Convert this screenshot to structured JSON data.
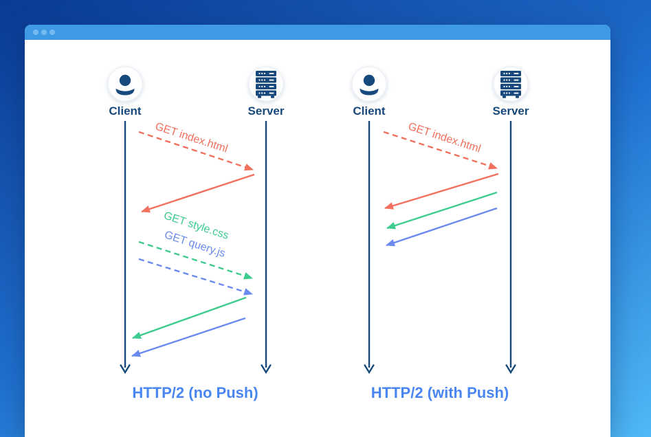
{
  "window": {
    "type": "browser-window-mockup",
    "titlebar_color": "#3f9ae6",
    "control_dots": 3
  },
  "icons": {
    "client": "person-in-circle-icon",
    "server": "server-rack-icon"
  },
  "colors": {
    "background_top": "#0a3a94",
    "background_bottom": "#4fb9f6",
    "lifeline_navy": "#17497c",
    "request_index_red": "#f2705e",
    "request_style_green": "#3dcc8e",
    "request_query_blue": "#6b8af0",
    "caption_blue": "#4a86f2"
  },
  "diagram_no_push": {
    "client_label": "Client",
    "server_label": "Server",
    "request_index": "GET index.html",
    "request_style": "GET style.css",
    "request_query": "GET query.js",
    "caption_prefix": "HTTP/2 (",
    "caption_bold": "no Push",
    "caption_suffix": ")"
  },
  "diagram_with_push": {
    "client_label": "Client",
    "server_label": "Server",
    "request_index": "GET index.html",
    "caption_prefix": "HTTP/2 (",
    "caption_bold": "with Push",
    "caption_suffix": ")"
  }
}
